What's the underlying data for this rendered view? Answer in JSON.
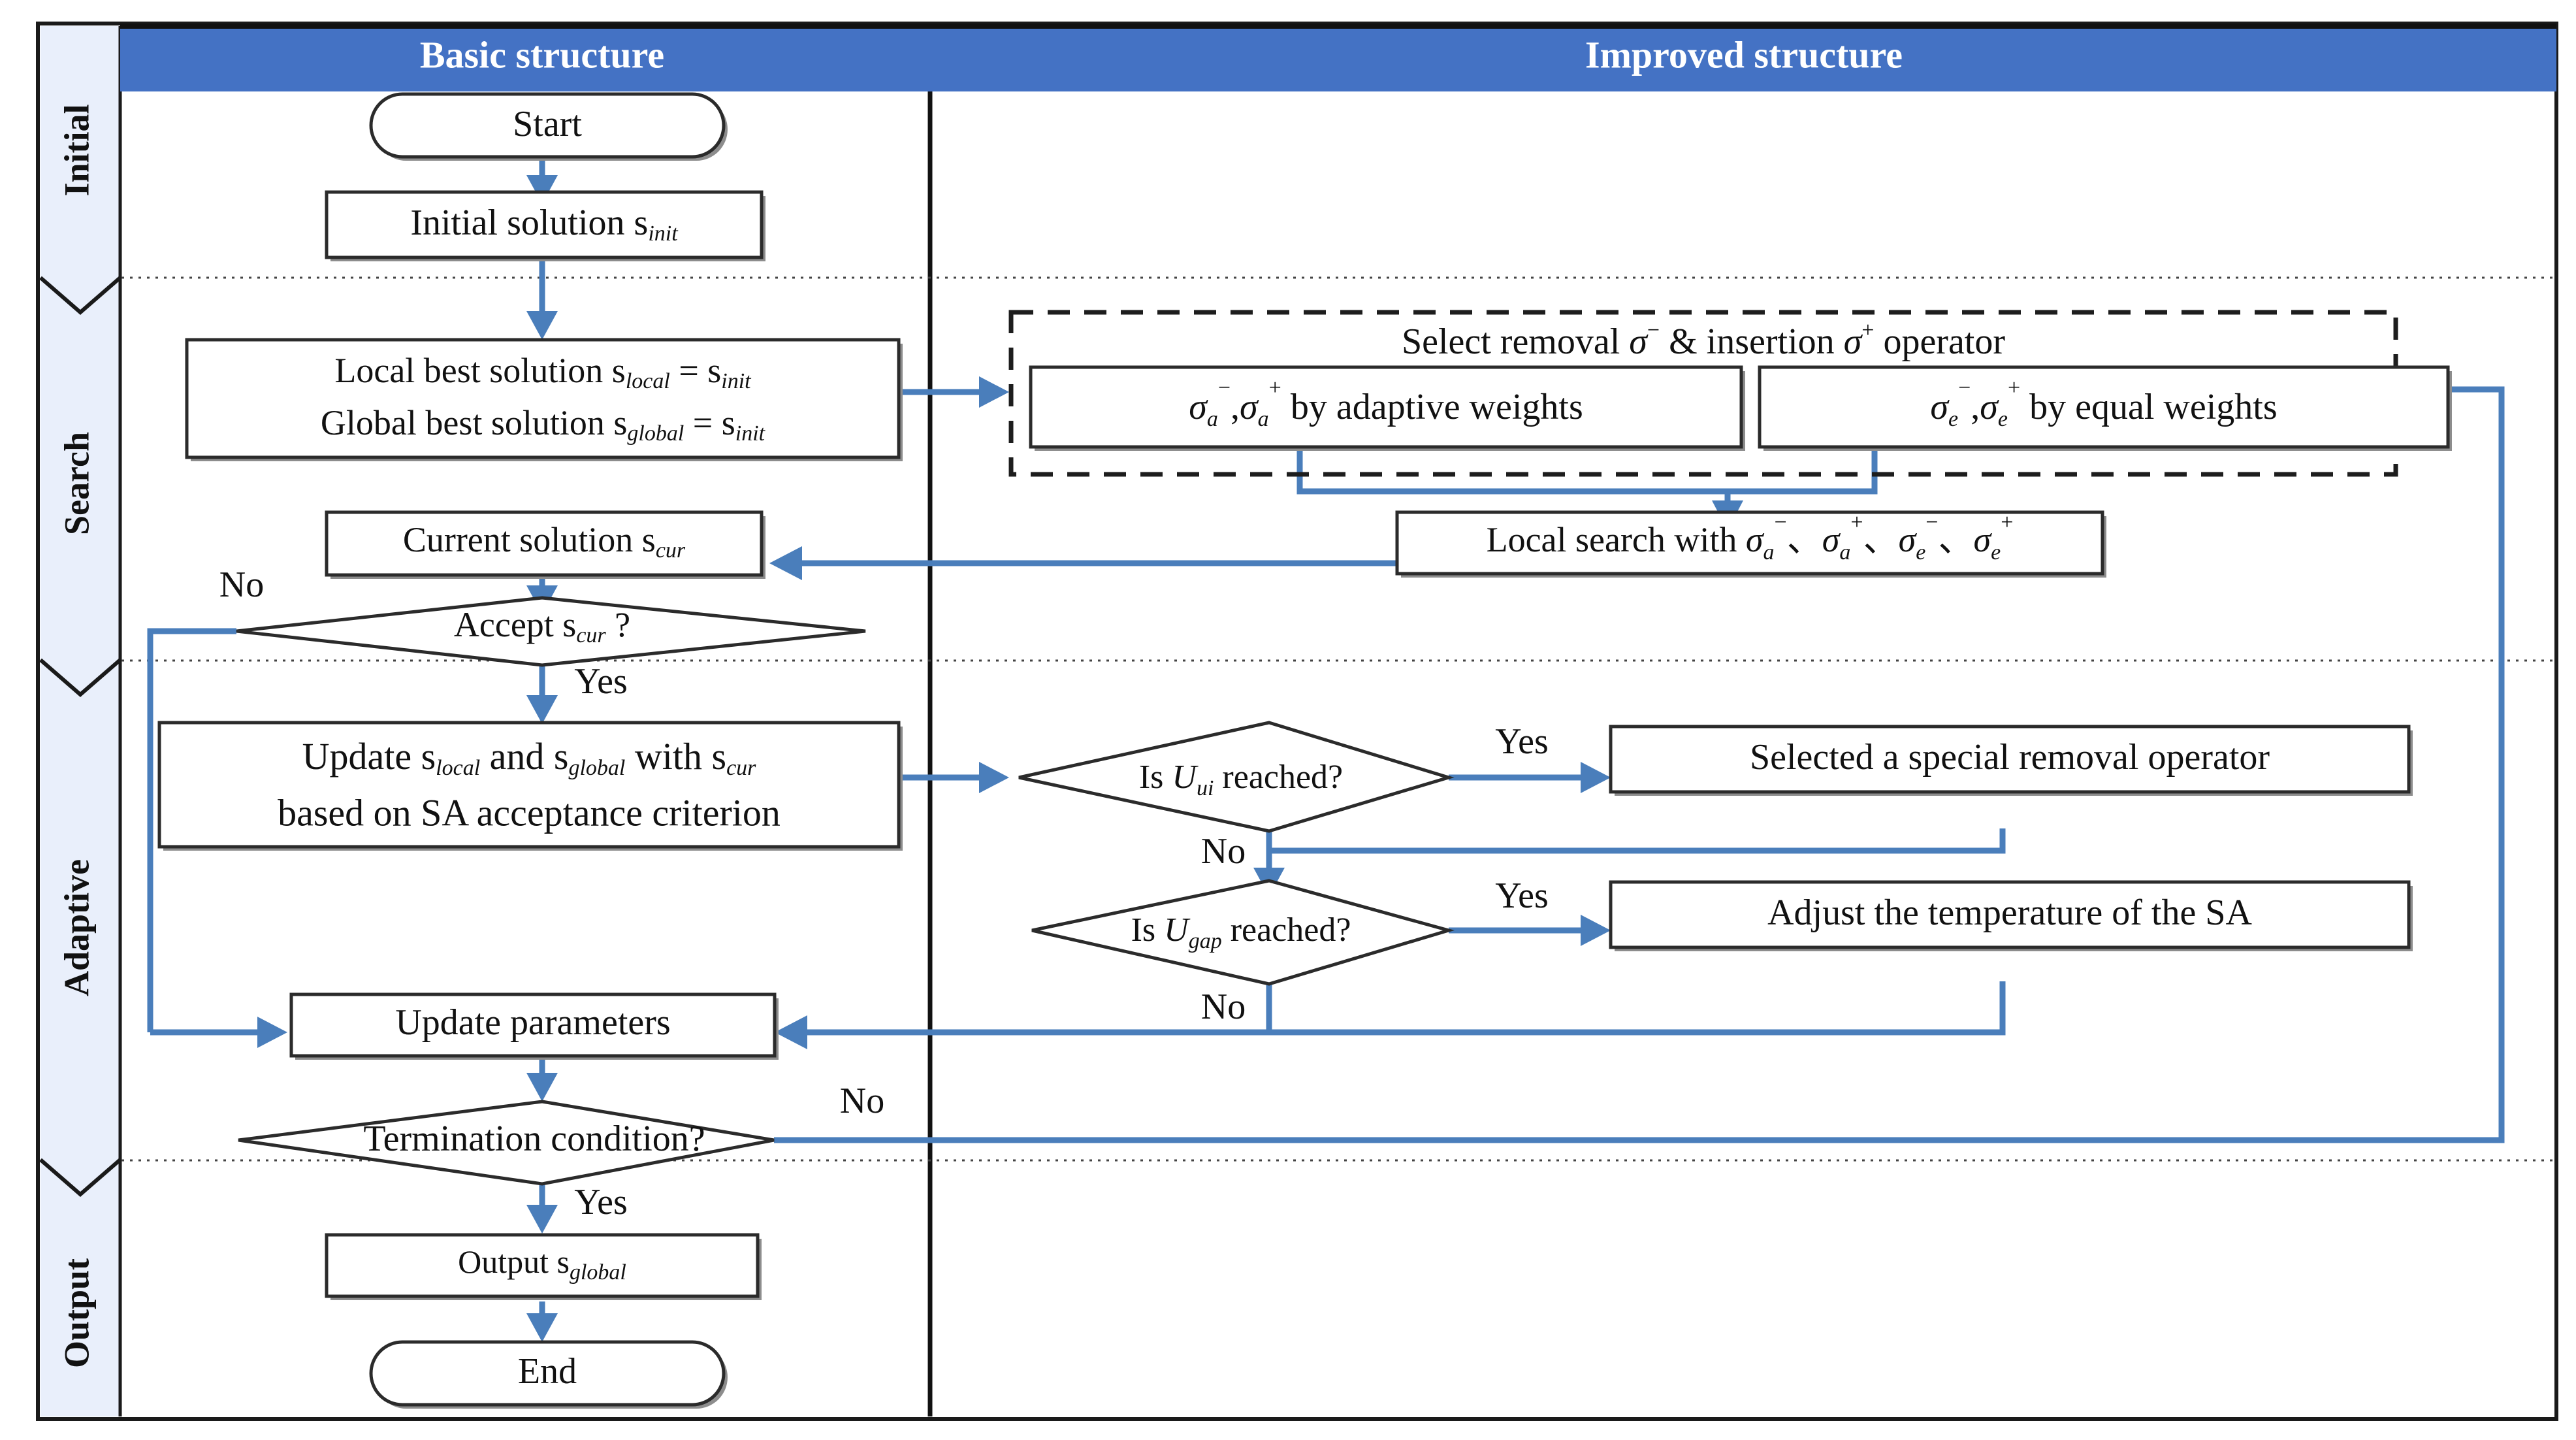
{
  "figure": {
    "type": "flowchart",
    "headers": [
      {
        "id": "basic",
        "label": "Basic structure"
      },
      {
        "id": "improved",
        "label": "Improved structure"
      }
    ],
    "lanes": [
      {
        "id": "initial",
        "label": "Initial"
      },
      {
        "id": "search",
        "label": "Search"
      },
      {
        "id": "adaptive",
        "label": "Adaptive"
      },
      {
        "id": "output",
        "label": "Output"
      }
    ],
    "colors": {
      "header_blue": "#4472C4",
      "lane_band": "#e9effb",
      "arrow_blue": "#4a7ebb",
      "shape_stroke": "#2b2b2b",
      "frame": "#1a1a1a"
    },
    "nodes": {
      "start": {
        "label": "Start",
        "shape": "terminator"
      },
      "initial_solution": {
        "label": "Initial solution s",
        "sub": "init",
        "shape": "process"
      },
      "best_solutions_line1_a": {
        "label": "Local best solution s",
        "sub1": "local",
        "mid": " = s",
        "sub2": "init"
      },
      "best_solutions_line2_a": {
        "label": "Global best solution s",
        "sub1": "global",
        "mid": " = s",
        "sub2": "init"
      },
      "current_solution": {
        "label": "Current solution s",
        "sub": "cur",
        "shape": "process"
      },
      "accept_decision": {
        "label": "Accept s",
        "sub": "cur",
        "tail": " ?",
        "shape": "decision"
      },
      "update_line1": {
        "pre": "Update s",
        "sub1": "local",
        "mid": " and s",
        "sub2": "global",
        "mid2": " with s",
        "sub3": "cur"
      },
      "update_line2": {
        "label": "based on SA acceptance criterion"
      },
      "update_parameters": {
        "label": "Update parameters",
        "shape": "process"
      },
      "termination": {
        "label": "Termination condition?",
        "shape": "decision"
      },
      "output_global": {
        "label": "Output s",
        "sub": "global",
        "shape": "process"
      },
      "end": {
        "label": "End",
        "shape": "terminator"
      },
      "select_operator_title": {
        "pre": "Select removal ",
        "sigma1": "σ",
        "sup1": "−",
        "mid": " & insertion ",
        "sigma2": "σ",
        "sup2": "+",
        "post": " operator"
      },
      "adaptive_weights": {
        "s1": "σ",
        "s1sub": "a",
        "s1sup": "−",
        "comma": ",",
        "s2": "σ",
        "s2sub": "a",
        "s2sup": "+",
        "tail": " by adaptive weights"
      },
      "equal_weights": {
        "s1": "σ",
        "s1sub": "e",
        "s1sup": "−",
        "comma": ",",
        "s2": "σ",
        "s2sub": "e",
        "s2sup": "+",
        "tail": " by equal weights"
      },
      "local_search": {
        "pre": "Local search with ",
        "o1": "σ",
        "o1sub": "a",
        "o1sup": "−",
        "sep1": "、",
        "o2": "σ",
        "o2sub": "a",
        "o2sup": "+",
        "sep2": "、",
        "o3": "σ",
        "o3sub": "e",
        "o3sup": "−",
        "sep3": "、",
        "o4": "σ",
        "o4sub": "e",
        "o4sup": "+"
      },
      "is_uui": {
        "pre": "Is ",
        "u": "U",
        "sub": "ui",
        "post": " reached?",
        "shape": "decision"
      },
      "is_ugap": {
        "pre": "Is ",
        "u": "U",
        "sub": "gap",
        "post": " reached?",
        "shape": "decision"
      },
      "special_removal": {
        "label": "Selected a special removal operator",
        "shape": "process"
      },
      "adjust_temperature": {
        "label": "Adjust the temperature of the SA",
        "shape": "process"
      }
    },
    "edge_labels": {
      "accept_no": "No",
      "accept_yes": "Yes",
      "uui_yes": "Yes",
      "uui_no": "No",
      "ugap_yes": "Yes",
      "ugap_no": "No",
      "termination_no": "No",
      "termination_yes": "Yes"
    }
  }
}
